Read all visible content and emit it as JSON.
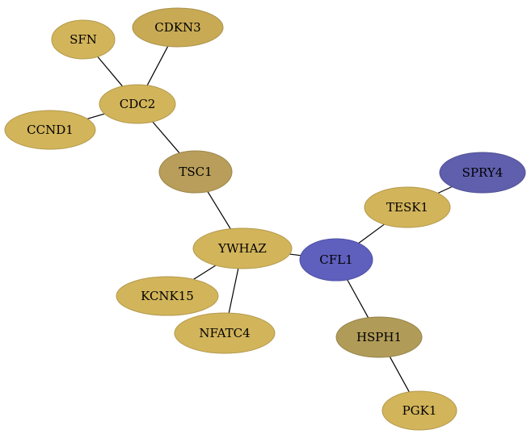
{
  "graph": {
    "nodes": [
      {
        "id": "SFN",
        "label": "SFN",
        "color": "#d2b45a"
      },
      {
        "id": "CDKN3",
        "label": "CDKN3",
        "color": "#c8aa55"
      },
      {
        "id": "CDC2",
        "label": "CDC2",
        "color": "#d2b45a"
      },
      {
        "id": "CCND1",
        "label": "CCND1",
        "color": "#d2b45a"
      },
      {
        "id": "TSC1",
        "label": "TSC1",
        "color": "#b89e5a"
      },
      {
        "id": "YWHAZ",
        "label": "YWHAZ",
        "color": "#d2b45a"
      },
      {
        "id": "KCNK15",
        "label": "KCNK15",
        "color": "#d2b45a"
      },
      {
        "id": "NFATC4",
        "label": "NFATC4",
        "color": "#d2b45a"
      },
      {
        "id": "CFL1",
        "label": "CFL1",
        "color": "#5f5fbe"
      },
      {
        "id": "TESK1",
        "label": "TESK1",
        "color": "#d2b45a"
      },
      {
        "id": "SPRY4",
        "label": "SPRY4",
        "color": "#5f5fad"
      },
      {
        "id": "HSPH1",
        "label": "HSPH1",
        "color": "#b09b58"
      },
      {
        "id": "PGK1",
        "label": "PGK1",
        "color": "#d2b45a"
      }
    ],
    "edges": [
      {
        "source": "SFN",
        "target": "CDC2"
      },
      {
        "source": "CDKN3",
        "target": "CDC2"
      },
      {
        "source": "CCND1",
        "target": "CDC2"
      },
      {
        "source": "CDC2",
        "target": "TSC1"
      },
      {
        "source": "TSC1",
        "target": "YWHAZ"
      },
      {
        "source": "YWHAZ",
        "target": "KCNK15"
      },
      {
        "source": "YWHAZ",
        "target": "NFATC4"
      },
      {
        "source": "YWHAZ",
        "target": "CFL1"
      },
      {
        "source": "CFL1",
        "target": "TESK1"
      },
      {
        "source": "TESK1",
        "target": "SPRY4"
      },
      {
        "source": "CFL1",
        "target": "HSPH1"
      },
      {
        "source": "HSPH1",
        "target": "PGK1"
      }
    ]
  }
}
